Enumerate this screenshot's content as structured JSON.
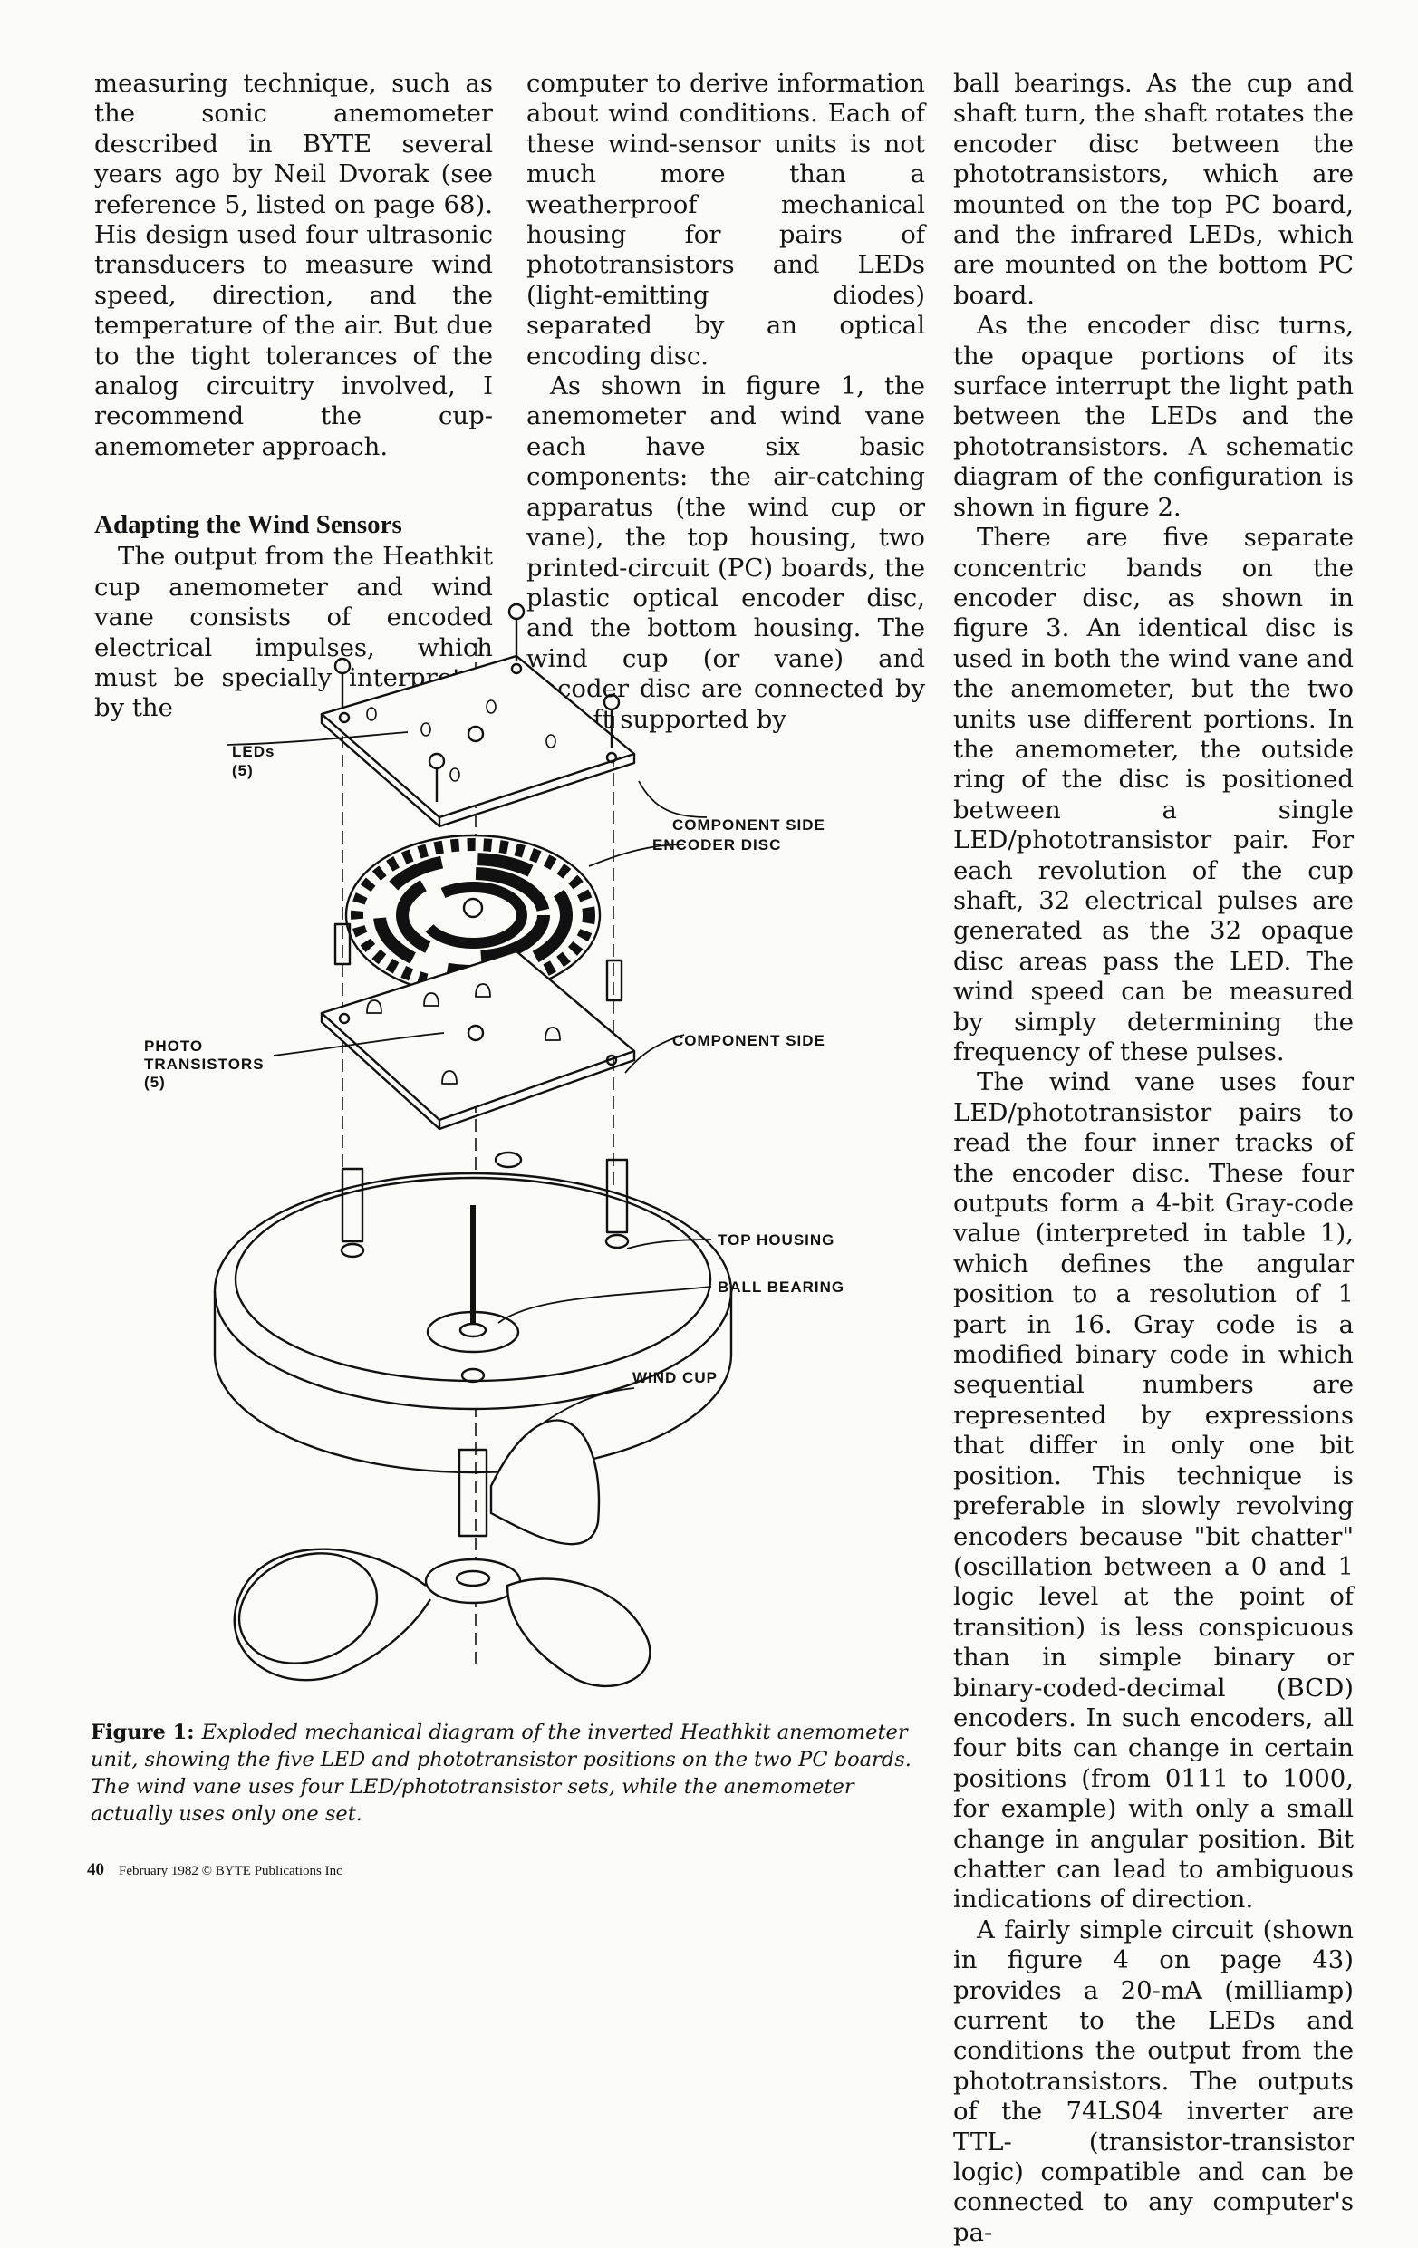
{
  "columns": {
    "col1": {
      "p1": "measuring technique, such as the sonic anemometer described in BYTE several years ago by Neil Dvorak (see reference 5, listed on page 68). His design used four ultrasonic transducers to measure wind speed, direction, and the temperature of the air. But due to the tight tolerances of the analog circuitry involved, I recommend the cup-anemometer approach.",
      "heading": "Adapting the Wind Sensors",
      "p2": "The output from the Heathkit cup anemometer and wind vane consists of encoded electrical impulses, which must be specially interpreted by the"
    },
    "col2": {
      "p1": "computer to derive information about wind conditions. Each of these wind-sensor units is not much more than a weatherproof mechanical housing for pairs of phototransistors and LEDs (light-emitting diodes) separated by an optical encoding disc.",
      "p2": "As shown in figure 1, the anemometer and wind vane each have six basic components: the air-catching apparatus (the wind cup or vane), the top housing, two printed-circuit (PC) boards, the plastic optical encoder disc, and the bottom housing. The wind cup (or vane) and encoder disc are connected by a shaft supported by"
    },
    "col3": {
      "p1": "ball bearings. As the cup and shaft turn, the shaft rotates the encoder disc between the phototransistors, which are mounted on the top PC board, and the infrared LEDs, which are mounted on the bottom PC board.",
      "p2": "As the encoder disc turns, the opaque portions of its surface interrupt the light path between the LEDs and the phototransistors. A schematic diagram of the configuration is shown in figure 2.",
      "p3": "There are five separate concentric bands on the encoder disc, as shown in figure 3. An identical disc is used in both the wind vane and the anemometer, but the two units use different portions. In the anemometer, the outside ring of the disc is positioned between a single LED/phototransistor pair. For each revolution of the cup shaft, 32 electrical pulses are generated as the 32 opaque disc areas pass the LED. The wind speed can be measured by simply determining the frequency of these pulses.",
      "p4": "The wind vane uses four LED/phototransistor pairs to read the four inner tracks of the encoder disc. These four outputs form a 4-bit Gray-code value (interpreted in table 1), which defines the angular position to a resolution of 1 part in 16. Gray code is a modified binary code in which sequential numbers are represented by expressions that differ in only one bit position. This technique is preferable in slowly revolving encoders because \"bit chatter\" (oscillation between a 0 and 1 logic level at the point of transition) is less conspicuous than in simple binary or binary-coded-decimal (BCD) encoders. In such encoders, all four bits can change in certain positions (from 0111 to 1000, for example) with only a small change in angular position. Bit chatter can lead to ambiguous indications of direction.",
      "p5": "A fairly simple circuit (shown in figure 4 on page 43) provides a 20-mA (milliamp) current to the LEDs and conditions the output from the phototransistors. The outputs of the 74LS04 inverter are TTL- (transistor-transistor logic) compatible and can be connected to any computer's pa-"
    }
  },
  "figure": {
    "labels": {
      "leds": "LEDs",
      "leds_count": "(5)",
      "component_side_top": "COMPONENT SIDE",
      "encoder_disc": "ENCODER DISC",
      "component_side_bottom": "COMPONENT SIDE",
      "photo": "PHOTO",
      "transistors": "TRANSISTORS",
      "photo_count": "(5)",
      "top_housing": "TOP HOUSING",
      "ball_bearing": "BALL BEARING",
      "wind_cup": "WIND CUP"
    },
    "caption_label": "Figure 1:",
    "caption_text": "Exploded mechanical diagram of the inverted Heathkit anemometer unit, showing the five LED and phototransistor positions on the two PC boards. The wind vane uses four LED/phototransistor sets, while the anemometer actually uses only one set."
  },
  "footer": {
    "page_number": "40",
    "credit": "February 1982 © BYTE Publications Inc"
  }
}
